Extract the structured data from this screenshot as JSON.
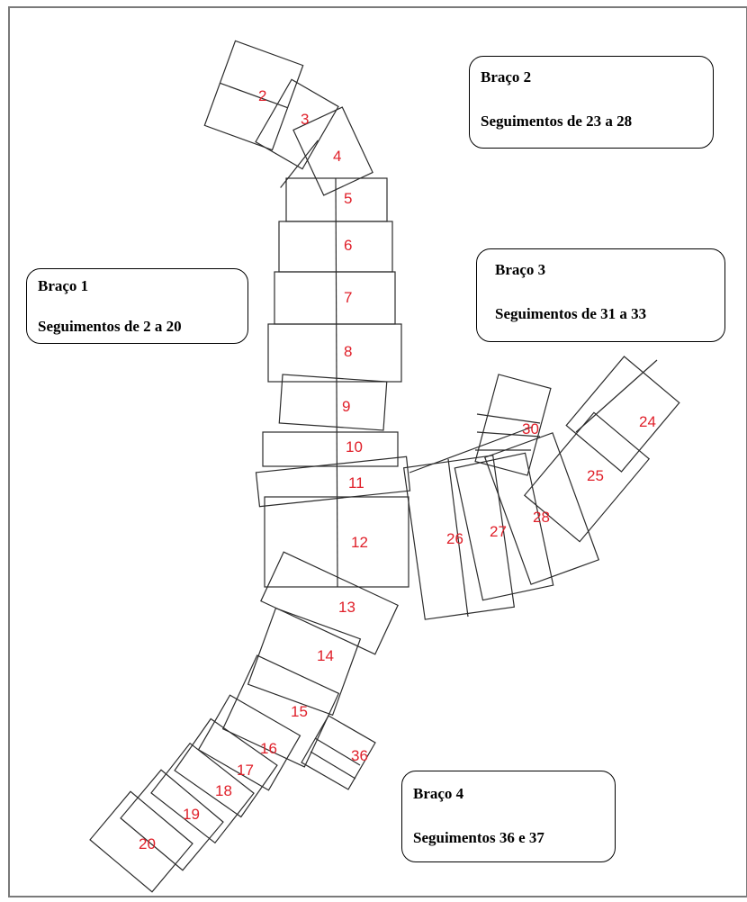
{
  "callouts": [
    {
      "title": "Braço 1",
      "desc": "Seguimentos de 2 a 20"
    },
    {
      "title": "Braço 2",
      "desc": "Seguimentos de 23 a 28"
    },
    {
      "title": "Braço 3",
      "desc": "Seguimentos de 31 a  33"
    },
    {
      "title": "Braço 4",
      "desc": "Seguimentos 36 e 37"
    }
  ],
  "segments": [
    "2",
    "3",
    "4",
    "5",
    "6",
    "7",
    "8",
    "9",
    "10",
    "11",
    "12",
    "13",
    "14",
    "15",
    "16",
    "17",
    "18",
    "19",
    "20",
    "24",
    "25",
    "26",
    "27",
    "28",
    "30",
    "36"
  ],
  "colors": {
    "label": "#e0202a",
    "stroke": "#2b2b2b",
    "frame": "#7a7a7a"
  }
}
